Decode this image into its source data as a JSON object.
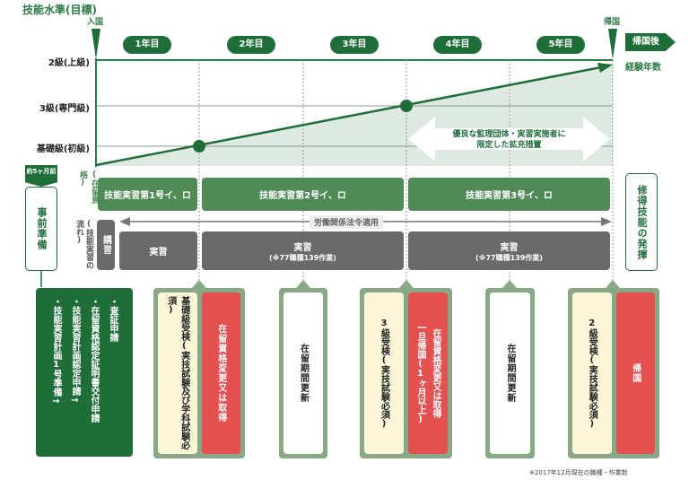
{
  "title": "技能水準(目標)",
  "entry_label": "入国",
  "return_label": "帰国",
  "after_return": "帰国後",
  "experience_years": "経験年数",
  "levels": [
    "2級(上級)",
    "3級(専門級)",
    "基礎級(初級)"
  ],
  "years": [
    "1年目",
    "2年目",
    "3年目",
    "4年目",
    "5年目"
  ],
  "expansion_note": [
    "優良な監理団体・実習実施者に",
    "限定した拡充措置"
  ],
  "prep": {
    "timing": "約5ヶ月前",
    "label": "事前準備"
  },
  "status_label": "(在留資格)",
  "flow_label": "(技能実習の流れ)",
  "status_bars": [
    "技能実習第1号イ、ロ",
    "技能実習第2号イ、ロ",
    "技能実習第3号イ、ロ"
  ],
  "labor_law": "労働関係法令適用",
  "lecture": "講習",
  "practice_bars": [
    {
      "label": "実習",
      "note": ""
    },
    {
      "label": "実習",
      "note": "(※77職種139作業)"
    },
    {
      "label": "実習",
      "note": "(※77職種139作業)"
    }
  ],
  "skill_use": "修得技能の発揮",
  "prep_steps": [
    "・査証申請",
    "・在留資格認定証明書交付申請",
    "・技能実習計画認定申請→",
    "・技能実習計画1号準備→"
  ],
  "milestones": {
    "m1": [
      "基礎級受検(実技試験及び学科試験必須)",
      "在留資格変更又は取得"
    ],
    "m2": "在留期間更新",
    "m3": [
      "3級受検(実技試験必須)",
      "在留資格変更又は取得",
      "一旦帰国(1ヶ月以上)"
    ],
    "m4": "在留期間更新",
    "m5": [
      "2級受検(実技試験必須)",
      "帰国"
    ]
  },
  "footnote": "※2017年12月現在の職種・作業数",
  "colors": {
    "dark_green": "#1f6e3a",
    "bar_green": "#4f8a57",
    "gray": "#6a6a6a",
    "red": "#e55050",
    "area": "#dde9e1"
  }
}
